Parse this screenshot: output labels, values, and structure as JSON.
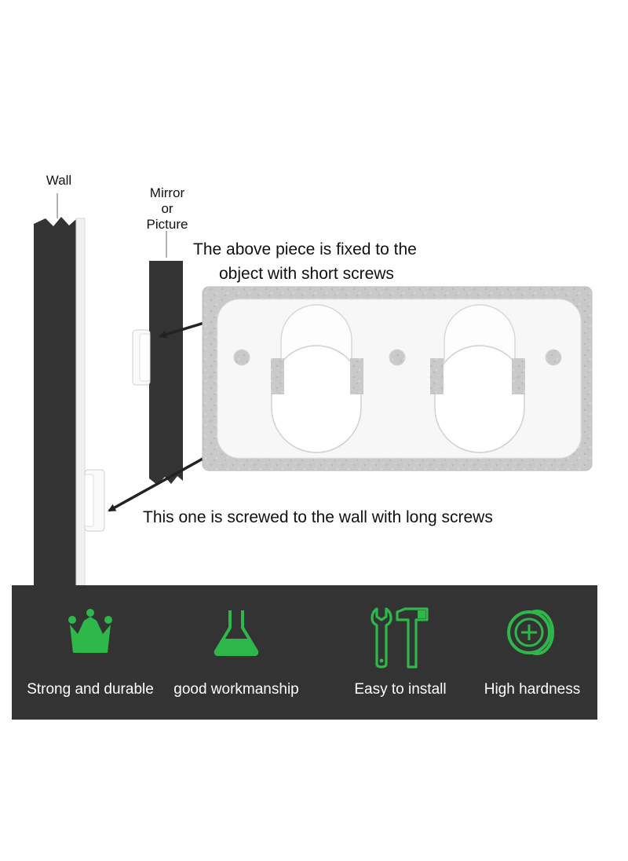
{
  "labels": {
    "wall": "Wall",
    "mirror_line1": "Mirror",
    "mirror_line2": "or",
    "mirror_line3": "Picture",
    "top_caption_line1": "The above piece is fixed to the",
    "top_caption_line2": "object with short screws",
    "bottom_caption": "This one is screwed to the wall with long screws"
  },
  "features": [
    {
      "label": "Strong and durable",
      "icon": "crown-icon"
    },
    {
      "label": "good workmanship",
      "icon": "flask-icon"
    },
    {
      "label": "Easy to install",
      "icon": "wrench-hammer-icon"
    },
    {
      "label": "High hardness",
      "icon": "coin-plus-icon"
    }
  ],
  "colors": {
    "wall": "#333333",
    "bar": "#333333",
    "accent_green": "#2fb84a",
    "plate_border": "#c8c8c8",
    "plate_face": "#f7f7f7"
  }
}
